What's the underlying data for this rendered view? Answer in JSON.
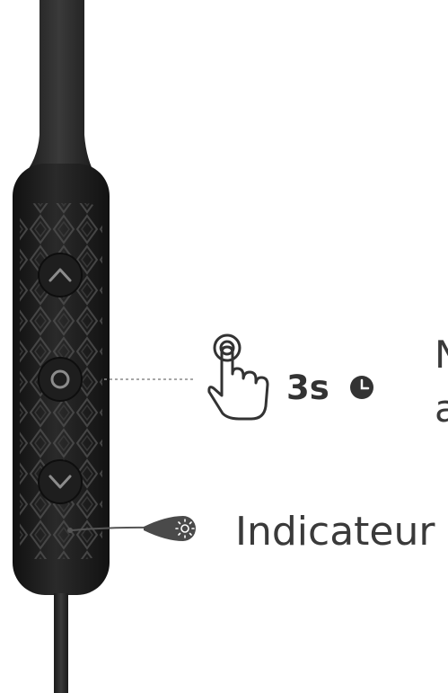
{
  "labels": {
    "duration": "3s",
    "action_partial_line1": "N",
    "action_partial_line2": "a",
    "indicator": "Indicateur"
  },
  "icons": {
    "press": "finger-press-icon",
    "timer": "clock-icon",
    "indicator": "light-icon",
    "up": "chevron-up-icon",
    "center": "circle-button-icon",
    "down": "chevron-down-icon"
  },
  "colors": {
    "body": "#1c1c1c",
    "pattern": "#3a3a3a",
    "cable": "#262626",
    "text": "#3a3a3a",
    "icon": "#333333",
    "leader": "#8a8a8a"
  }
}
